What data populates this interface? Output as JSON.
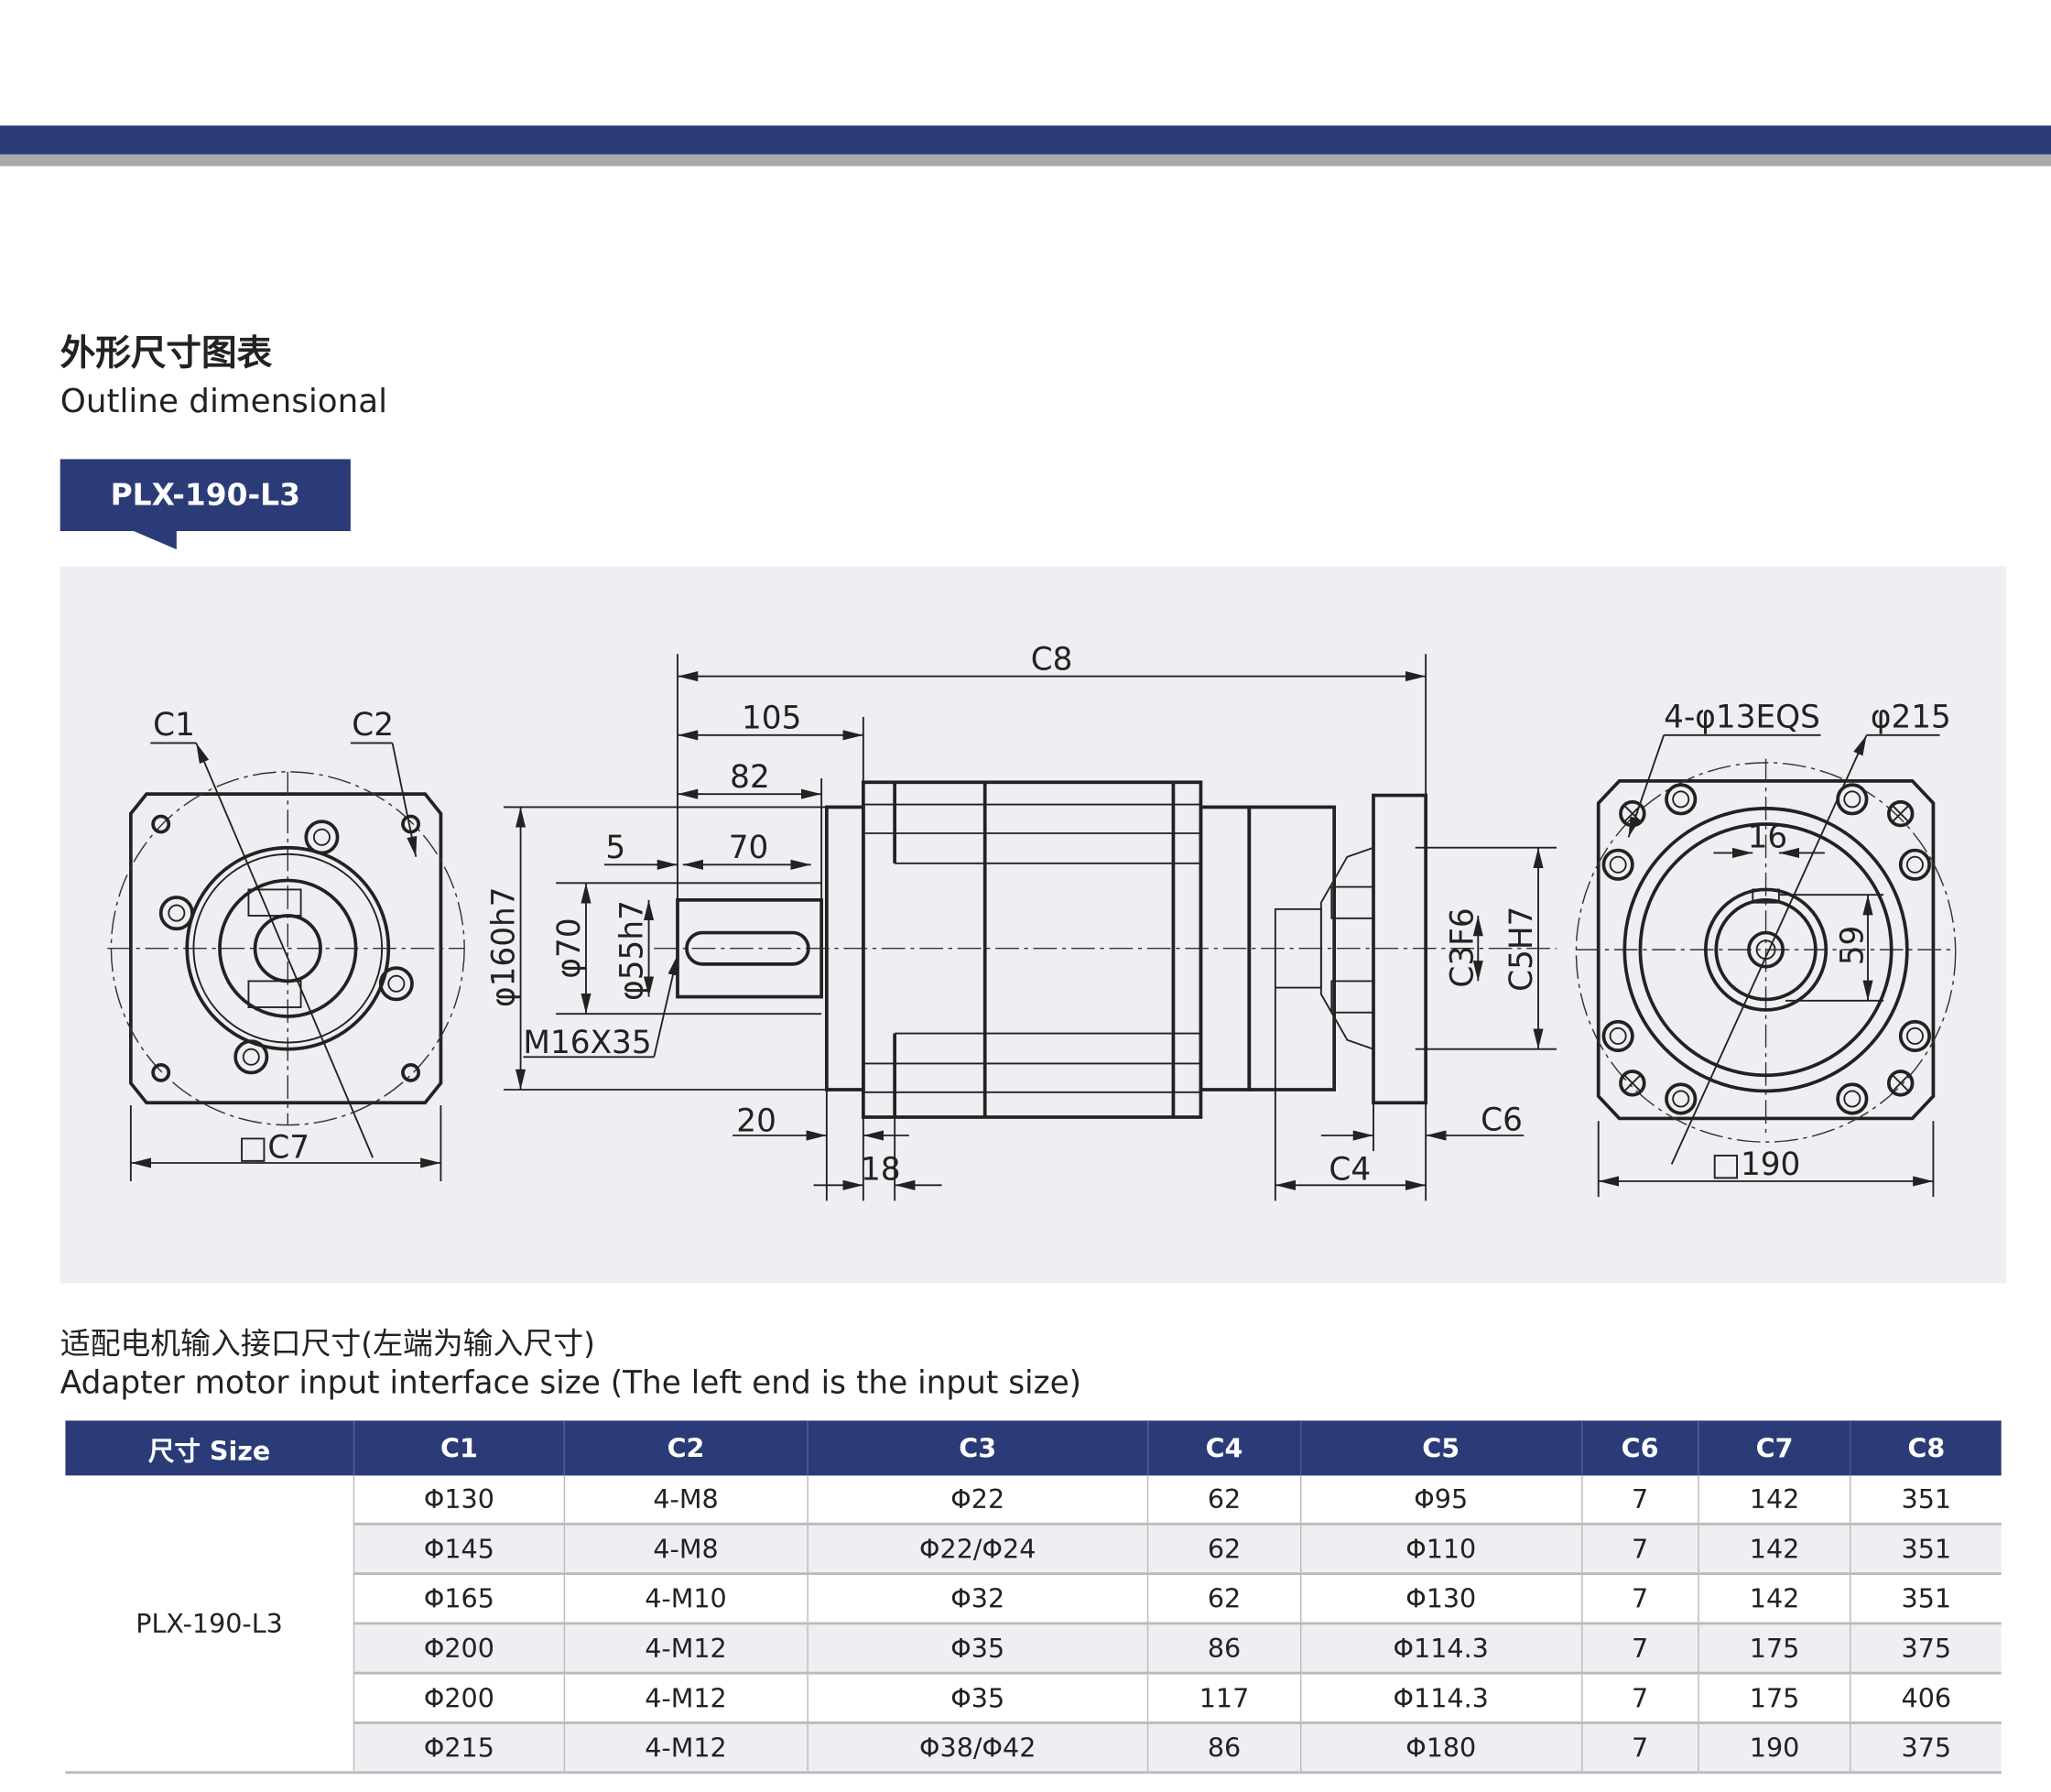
{
  "header": {
    "title_cn": "外形尺寸图表",
    "title_en": "Outline dimensional",
    "model_badge": "PLX-190-L3"
  },
  "drawing": {
    "left_view": {
      "c1": "C1",
      "c2": "C2",
      "c7": "□C7"
    },
    "side_view": {
      "c8": "C8",
      "d105": "105",
      "d82": "82",
      "d5": "5",
      "d70": "70",
      "d160": "φ160h7",
      "d70dia": "φ70",
      "d55": "φ55h7",
      "thread": "M16X35",
      "d20": "20",
      "d18": "18",
      "c3": "C3F6",
      "c5": "C5H7",
      "c6": "C6",
      "c4": "C4"
    },
    "right_view": {
      "holes": "4-φ13EQS",
      "pcd": "φ215",
      "key": "16",
      "height": "59",
      "square": "□190"
    }
  },
  "adapter": {
    "title_cn": "适配电机输入接口尺寸(左端为输入尺寸)",
    "title_en": "Adapter motor input interface size (The left end is the input size)"
  },
  "table": {
    "headers": [
      "尺寸 Size",
      "C1",
      "C2",
      "C3",
      "C4",
      "C5",
      "C6",
      "C7",
      "C8"
    ],
    "size": "PLX-190-L3",
    "rows": [
      [
        "Φ130",
        "4-M8",
        "Φ22",
        "62",
        "Φ95",
        "7",
        "142",
        "351"
      ],
      [
        "Φ145",
        "4-M8",
        "Φ22/Φ24",
        "62",
        "Φ110",
        "7",
        "142",
        "351"
      ],
      [
        "Φ165",
        "4-M10",
        "Φ32",
        "62",
        "Φ130",
        "7",
        "142",
        "351"
      ],
      [
        "Φ200",
        "4-M12",
        "Φ35",
        "86",
        "Φ114.3",
        "7",
        "175",
        "375"
      ],
      [
        "Φ200",
        "4-M12",
        "Φ35",
        "117",
        "Φ114.3",
        "7",
        "175",
        "406"
      ],
      [
        "Φ215",
        "4-M12",
        "Φ38/Φ42",
        "86",
        "Φ180",
        "7",
        "190",
        "375"
      ]
    ]
  },
  "colors": {
    "brand": "#2a3b78",
    "panel": "#efeff3"
  }
}
